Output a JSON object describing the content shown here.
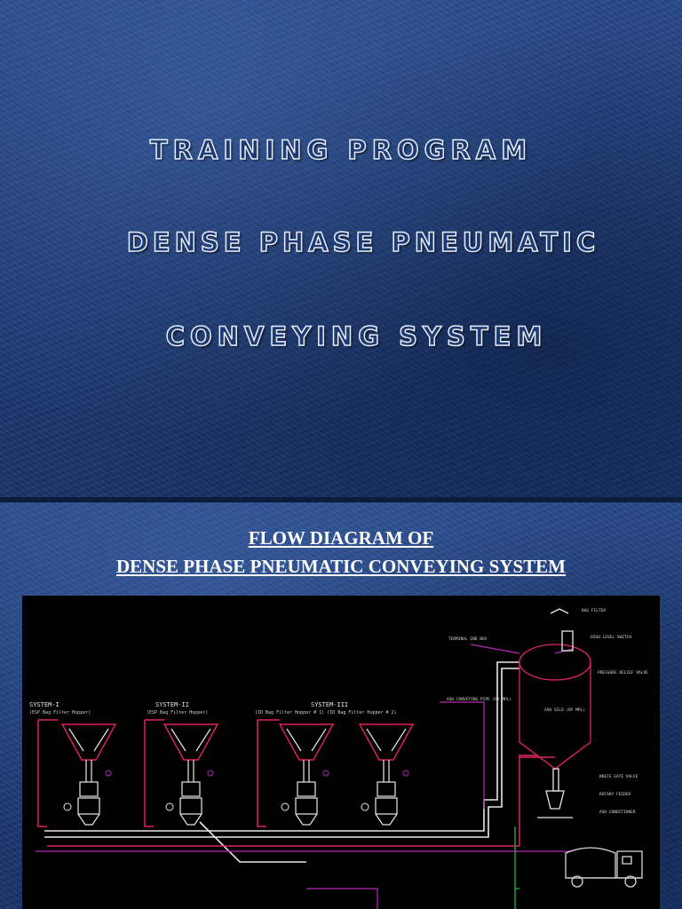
{
  "slide1": {
    "line1": "TRAINING PROGRAM",
    "line2": "DENSE PHASE PNEUMATIC",
    "line3": "CONVEYING SYSTEM"
  },
  "slide2": {
    "heading_line1": "FLOW DIAGRAM OF",
    "heading_line2": "DENSE PHASE PNEUMATIC CONVEYING SYSTEM",
    "diagram": {
      "systems": [
        {
          "label": "SYSTEM-I",
          "sub": "(ESP Bag Filter Hopper)"
        },
        {
          "label": "SYSTEM-II",
          "sub": "(ESP Bag Filter Hopper)"
        },
        {
          "label": "SYSTEM-III",
          "sub": "(ID Bag Filter Hopper # 1)   (ID Bag Filter Hopper # 2)"
        }
      ],
      "silo_labels": [
        "BAG FILTER",
        "HIGH LEVEL SWITCH",
        "PRESSURE RELIEF VALVE",
        "ASH SILO (BY MPL)",
        "TERMINAL END BOX",
        "ASH CONVEYING PIPE (BY MPL)",
        "KNIFE GATE VALVE",
        "ROTARY FEEDER",
        "ASH CONDITIONER"
      ],
      "colors": {
        "pipe": "#e8e8e8",
        "air_line": "#e0245e",
        "signal": "#b52ab5",
        "equipment": "#d8d8d8",
        "ground": "#1fa12f"
      }
    }
  }
}
